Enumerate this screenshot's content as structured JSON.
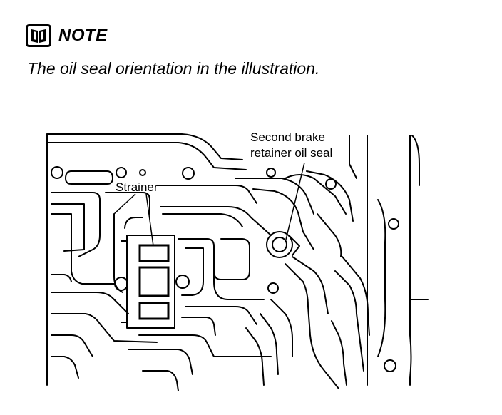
{
  "note": {
    "label": "NOTE",
    "icon": "manual-book-icon",
    "text": "The oil seal orientation in the illustration."
  },
  "figure": {
    "callouts": {
      "strainer": "Strainer",
      "seal_line1": "Second brake",
      "seal_line2": "retainer oil seal"
    }
  }
}
